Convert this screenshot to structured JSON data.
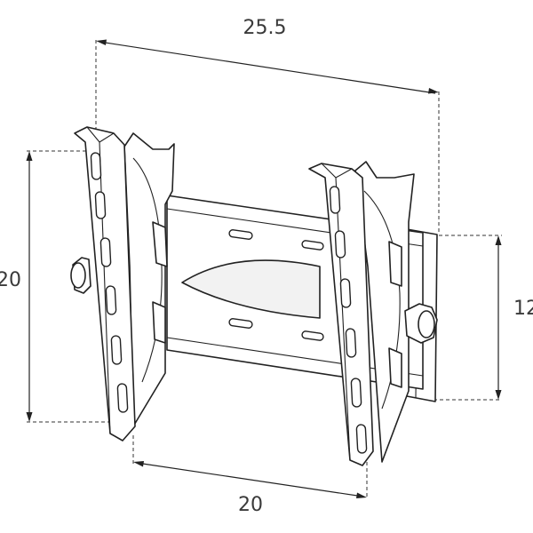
{
  "dimensions": {
    "width_top": "25.5",
    "height_left": "20",
    "height_right": "12",
    "width_bottom": "20"
  }
}
